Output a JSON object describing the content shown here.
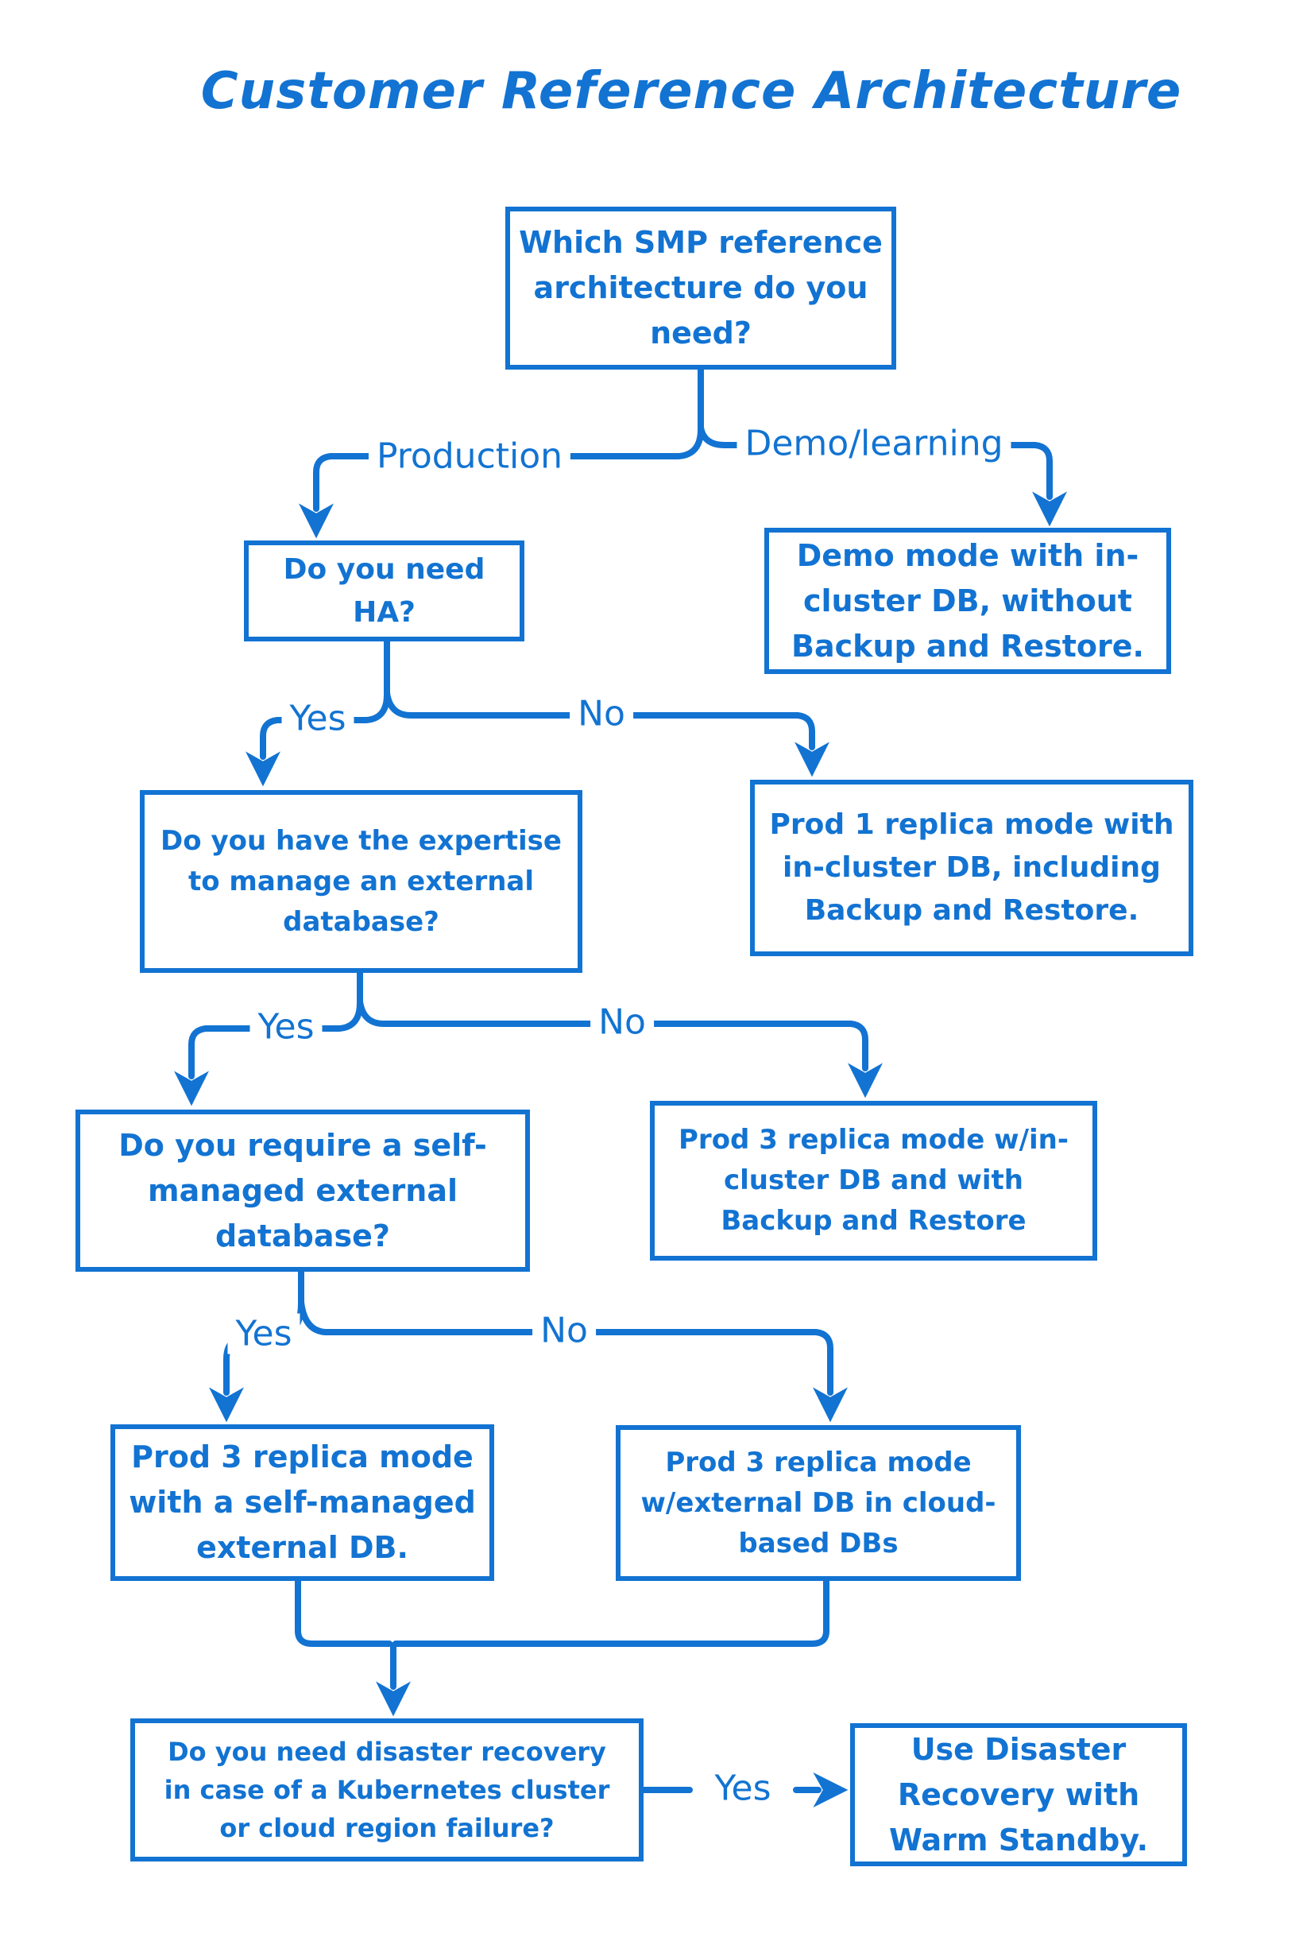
{
  "title": "Customer Reference Architecture",
  "colors": {
    "accent": "#1273d2",
    "background": "#ffffff"
  },
  "nodes": {
    "q_which": {
      "text": "Which SMP reference\narchitecture do you\nneed?"
    },
    "q_ha": {
      "text": "Do you need HA?"
    },
    "demo_mode": {
      "text": "Demo mode with in-\ncluster DB, without\nBackup and Restore."
    },
    "q_expertise": {
      "text": "Do you have the expertise\nto manage an external\ndatabase?"
    },
    "prod1_incluster": {
      "text": "Prod 1 replica mode with\nin-cluster DB, including\nBackup and Restore."
    },
    "q_self_managed": {
      "text": "Do you require a self-\nmanaged external\ndatabase?"
    },
    "prod3_incluster": {
      "text": "Prod 3 replica mode w/in-\ncluster DB and with\nBackup and Restore"
    },
    "prod3_self": {
      "text": "Prod 3 replica mode\nwith a self-managed\nexternal DB."
    },
    "prod3_cloud": {
      "text": "Prod 3 replica mode\nw/external DB in cloud-\nbased DBs"
    },
    "q_dr": {
      "text": "Do you need disaster recovery\nin case of a Kubernetes cluster\nor cloud region failure?"
    },
    "warm_standby": {
      "text": "Use Disaster\nRecovery with\nWarm Standby."
    }
  },
  "labels": {
    "production": "Production",
    "demo_learning": "Demo/learning",
    "yes1": "Yes",
    "no1": "No",
    "yes2": "Yes",
    "no2": "No",
    "yes3": "Yes",
    "no3": "No",
    "yes_dr": "Yes"
  }
}
